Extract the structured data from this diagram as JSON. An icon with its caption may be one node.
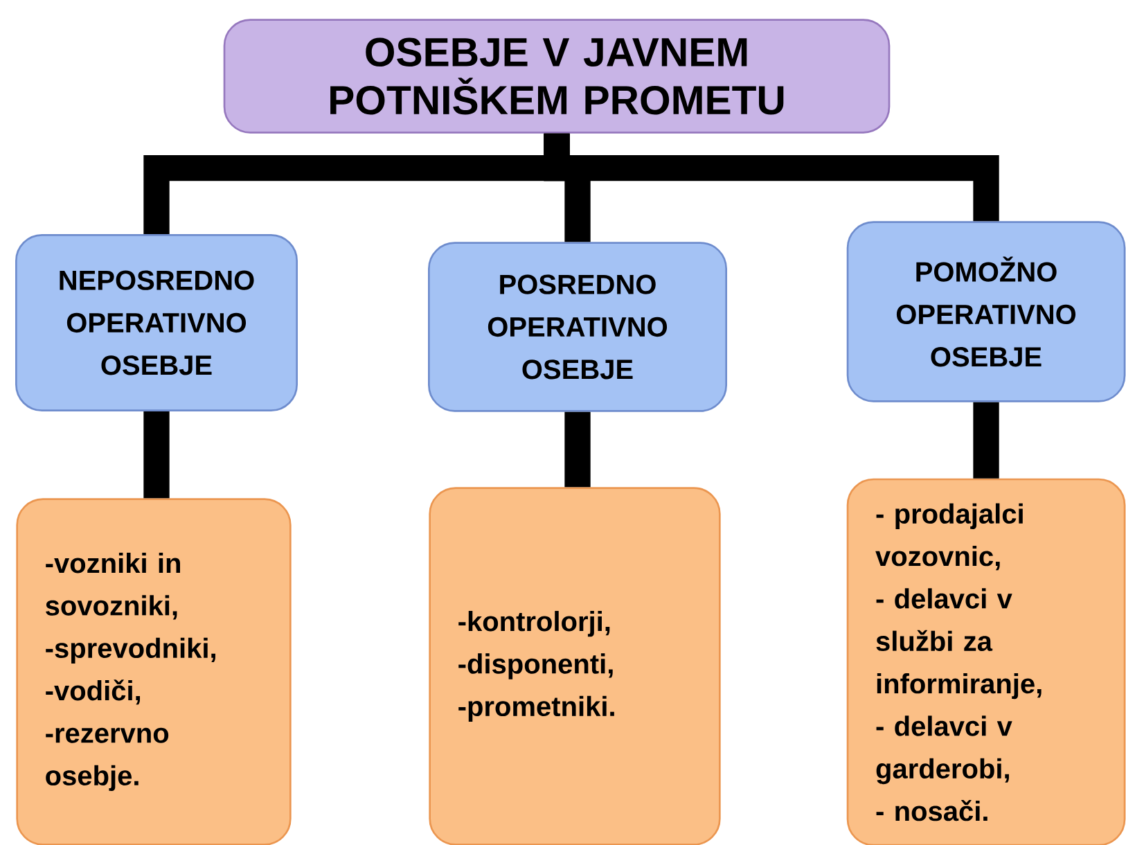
{
  "diagram": {
    "nodes": [
      {
        "text": [
          "OSEBJE V JAVNEM POTNIŠKEM PROMETU"
        ]
      },
      {
        "text": [
          "NEPOSREDNO OPERATIVNO OSEBJE"
        ]
      },
      {
        "text": [
          "POSREDNO OPERATIVNO OSEBJE"
        ]
      },
      {
        "text": [
          "POMOŽNO OPERATIVNO OSEBJE"
        ]
      },
      {
        "text": [
          "-vozniki in sovozniki,",
          "-sprevodniki,",
          "-vodiči,",
          "-rezervno osebje."
        ]
      },
      {
        "text": [
          "-kontrolorji,",
          "-disponenti,",
          "-prometniki."
        ]
      },
      {
        "text": [
          "- prodajalci vozovnic,",
          "- delavci v službi za informiranje,",
          "- delavci v garderobi,",
          "- nosači."
        ]
      }
    ],
    "edges": [
      {
        "from": 0,
        "to": 1,
        "arrow": "none"
      },
      {
        "from": 0,
        "to": 2,
        "arrow": "none"
      },
      {
        "from": 0,
        "to": 3,
        "arrow": "none"
      },
      {
        "from": 1,
        "to": 4,
        "arrow": "none"
      },
      {
        "from": 2,
        "to": 5,
        "arrow": "none"
      },
      {
        "from": 3,
        "to": 6,
        "arrow": "none"
      }
    ]
  }
}
